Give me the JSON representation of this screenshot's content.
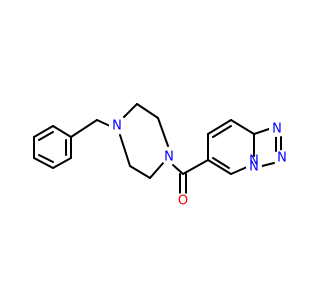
{
  "molecule": {
    "atoms": {
      "piperazine_n_top": {
        "symbol": "N",
        "color": "#0000ff"
      },
      "piperazine_n_bottom": {
        "symbol": "N",
        "color": "#0000ff"
      },
      "carbonyl_o": {
        "symbol": "O",
        "color": "#ff0000"
      },
      "tetrazole_n1": {
        "symbol": "N",
        "color": "#0000ff"
      },
      "tetrazole_n2": {
        "symbol": "N",
        "color": "#0000ff"
      },
      "tetrazole_n3": {
        "symbol": "N",
        "color": "#0000ff"
      },
      "bridgehead_n": {
        "symbol": "N",
        "color": "#0000ff"
      }
    },
    "bond_color": "#000000"
  }
}
